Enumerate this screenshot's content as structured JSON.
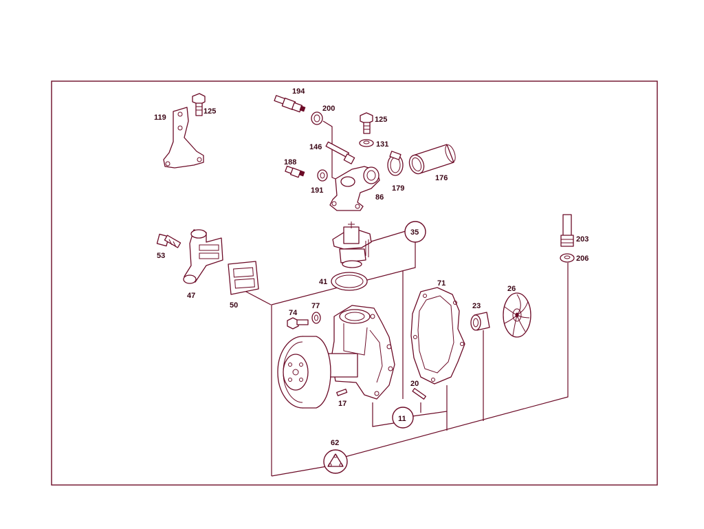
{
  "diagram": {
    "stroke_color": "#6b0a26",
    "text_color": "#3a0414",
    "background": "#ffffff",
    "callouts": {
      "p119": "119",
      "p125a": "125",
      "p194": "194",
      "p200": "200",
      "p125b": "125",
      "p131": "131",
      "p146": "146",
      "p188": "188",
      "p191": "191",
      "p86": "86",
      "p179": "179",
      "p176": "176",
      "p35": "35",
      "p53": "53",
      "p47": "47",
      "p50": "50",
      "p41": "41",
      "p71": "71",
      "p26": "26",
      "p23": "23",
      "p203": "203",
      "p206": "206",
      "p74": "74",
      "p77": "77",
      "p17": "17",
      "p20": "20",
      "p11": "11",
      "p62": "62"
    }
  }
}
